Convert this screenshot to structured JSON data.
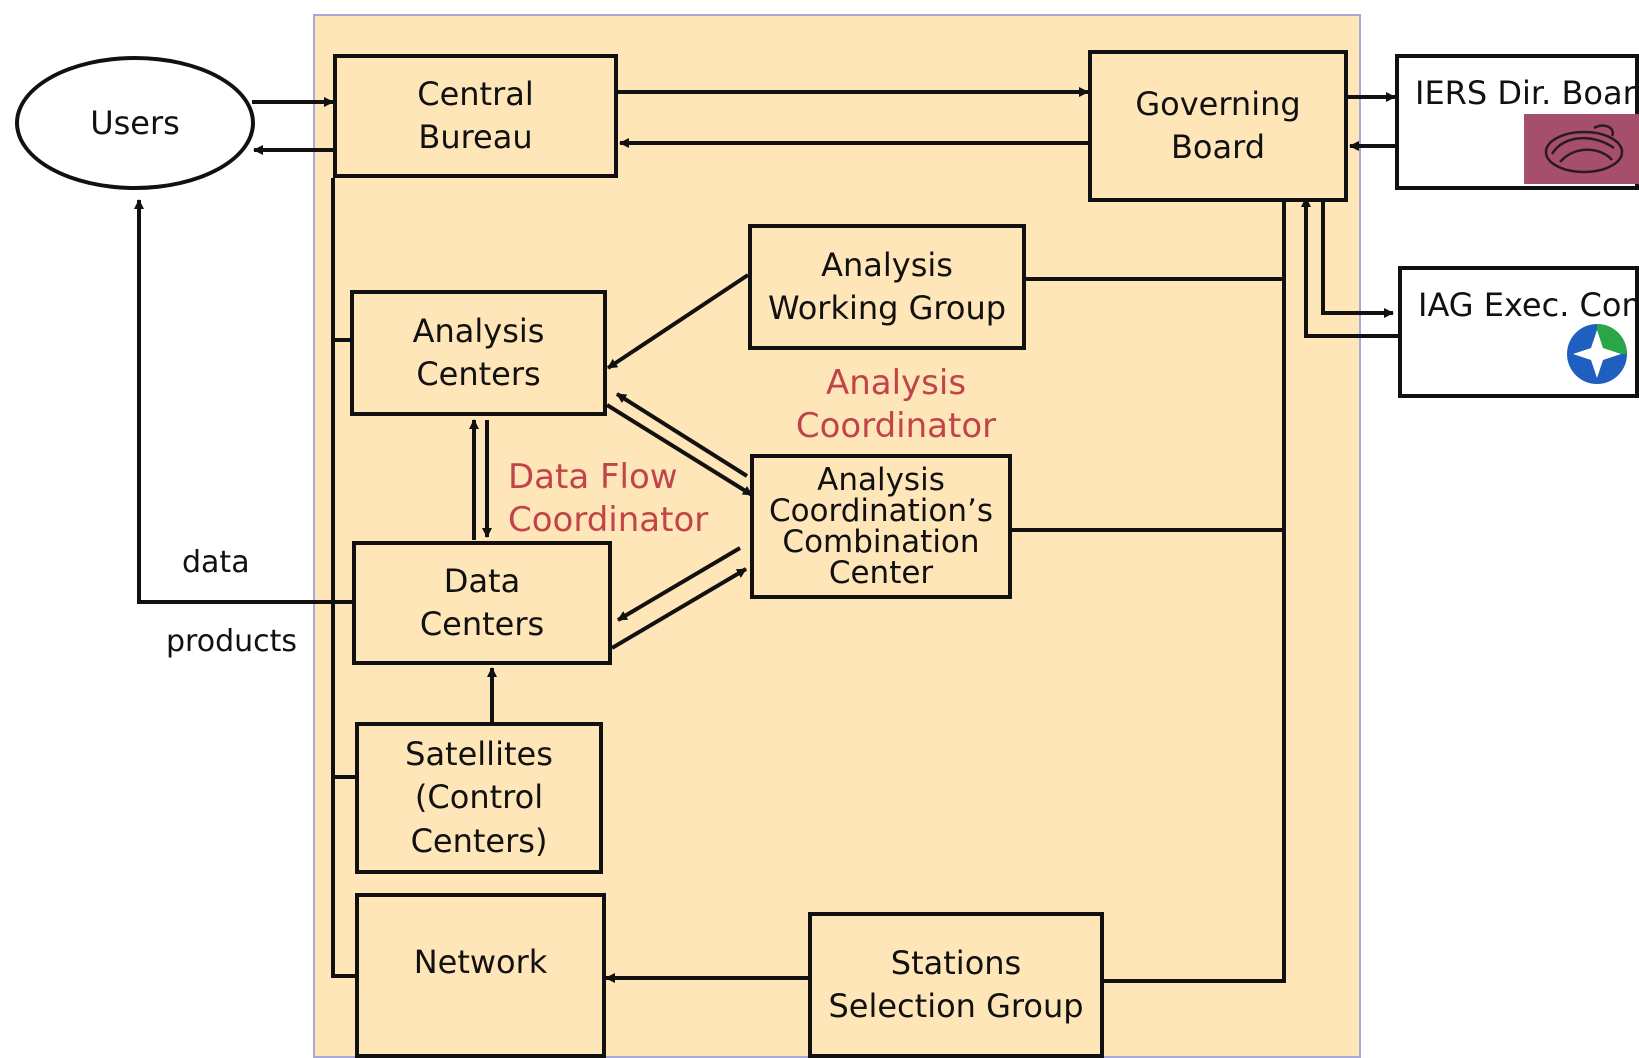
{
  "nodes": {
    "users": "Users",
    "central_bureau": [
      "Central",
      "Bureau"
    ],
    "governing_board": [
      "Governing",
      "Board"
    ],
    "iers_board": "IERS Dir. Board",
    "iag_exec": "IAG Exec. Com",
    "analysis_working_group": [
      "Analysis",
      "Working Group"
    ],
    "analysis_centers": [
      "Analysis",
      "Centers"
    ],
    "combination_center": [
      "Analysis",
      "Coordination’s",
      "Combination",
      "Center"
    ],
    "data_centers": [
      "Data",
      "Centers"
    ],
    "satellites": [
      "Satellites",
      "(Control",
      "Centers)"
    ],
    "network": "Network",
    "stations_selection_group": [
      "Stations",
      "Selection Group"
    ]
  },
  "roles": {
    "analysis_coordinator": [
      "Analysis",
      "Coordinator"
    ],
    "data_flow_coordinator": [
      "Data Flow",
      "Coordinator"
    ]
  },
  "edge_labels": {
    "data": "data",
    "products": "products"
  },
  "colors": {
    "organization_fill": "#ffe6b8",
    "role_text": "#c0444a",
    "lines": "#111111",
    "iers_logo": "#a64f6a",
    "iag_logo_blue": "#1f5fbf",
    "iag_logo_green": "#2aa548"
  },
  "logos": [
    "iers-logo-icon",
    "iag-logo-icon"
  ]
}
